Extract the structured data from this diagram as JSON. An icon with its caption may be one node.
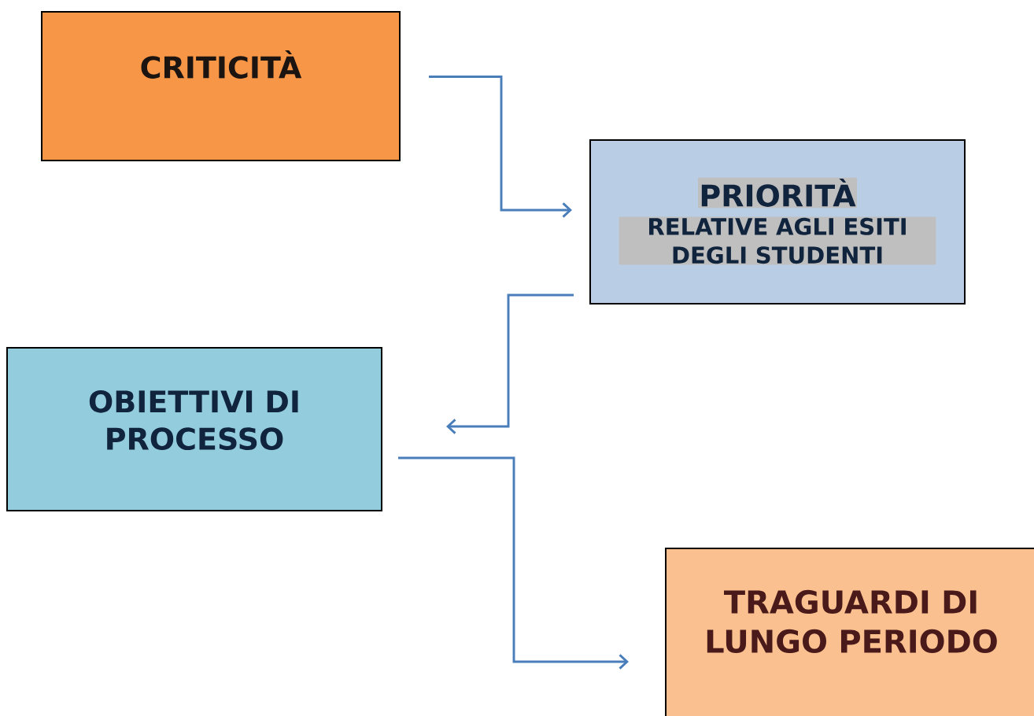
{
  "diagram": {
    "nodes": [
      {
        "text": [
          "CRITICITÀ"
        ]
      },
      {
        "text": [
          "PRIORITÀ",
          "RELATIVE AGLI ESITI DEGLI STUDENTI"
        ]
      },
      {
        "text": [
          "OBIETTIVI DI PROCESSO"
        ]
      },
      {
        "text": [
          "TRAGUARDI DI LUNGO PERIODO"
        ]
      }
    ],
    "edges": [
      {
        "from": 0,
        "to": 1,
        "arrow": "to"
      },
      {
        "from": 1,
        "to": 2,
        "arrow": "to"
      },
      {
        "from": 2,
        "to": 3,
        "arrow": "to"
      }
    ]
  }
}
